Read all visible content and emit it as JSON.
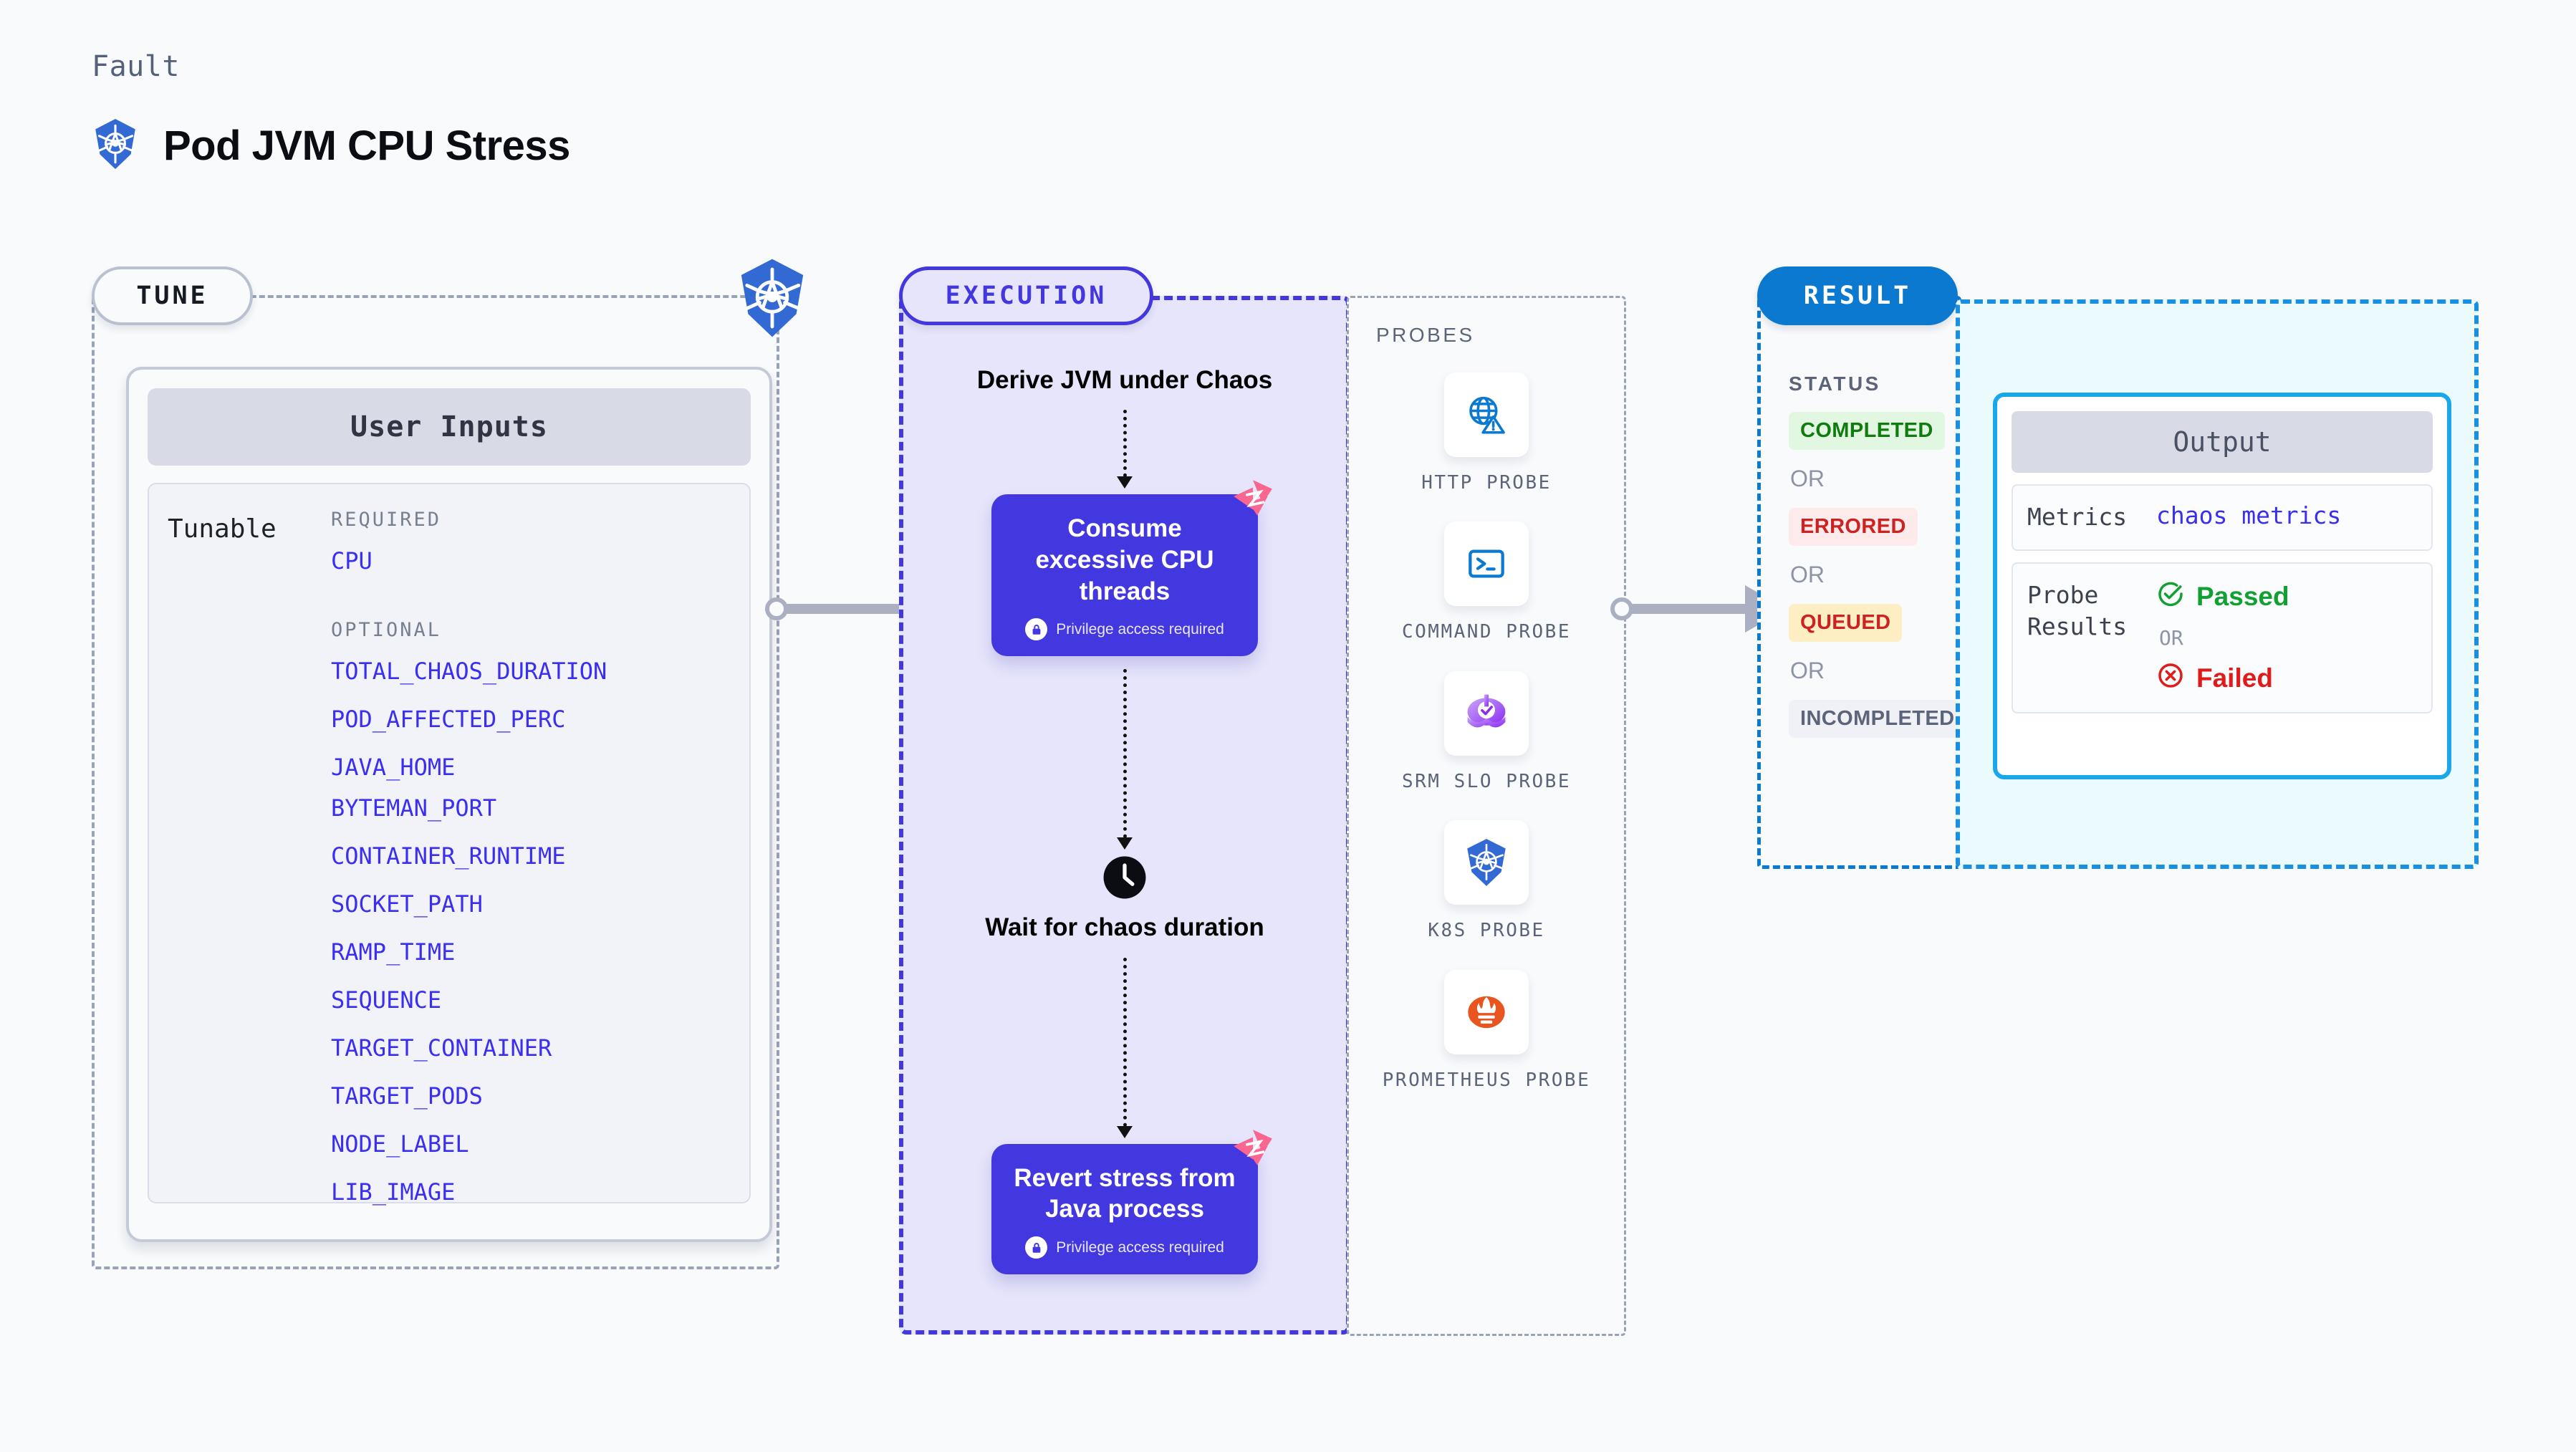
{
  "header": {
    "eyebrow": "Fault",
    "title": "Pod JVM CPU Stress",
    "icon": "kubernetes-icon"
  },
  "tune": {
    "chip_label": "TUNE",
    "k8s_icon": "kubernetes-icon",
    "user_inputs": {
      "card_title": "User Inputs",
      "row_label": "Tunable",
      "groups": [
        {
          "label": "REQUIRED",
          "params": [
            "CPU"
          ]
        },
        {
          "label": "OPTIONAL",
          "params": [
            "TOTAL_CHAOS_DURATION",
            "POD_AFFECTED_PERC",
            "JAVA_HOME",
            "BYTEMAN_PORT",
            "CONTAINER_RUNTIME",
            "SOCKET_PATH",
            "RAMP_TIME",
            "SEQUENCE",
            "TARGET_CONTAINER",
            "TARGET_PODS",
            "NODE_LABEL",
            "LIB_IMAGE"
          ]
        }
      ]
    }
  },
  "execution": {
    "chip_label": "EXECUTION",
    "steps": [
      {
        "kind": "text",
        "label": "Derive JVM under Chaos"
      },
      {
        "kind": "node",
        "label": "Consume excessive CPU threads",
        "badge": "Privilege access required",
        "badge_icon": "lock-icon",
        "corner_icon": "chaos-flag-icon"
      },
      {
        "kind": "wait",
        "label": "Wait for chaos duration",
        "icon": "clock-icon"
      },
      {
        "kind": "node",
        "label": "Revert stress from Java process",
        "badge": "Privilege access required",
        "badge_icon": "lock-icon",
        "corner_icon": "chaos-flag-icon"
      }
    ]
  },
  "probes": {
    "title": "PROBES",
    "items": [
      {
        "name": "HTTP PROBE",
        "icon": "globe-warning-icon"
      },
      {
        "name": "COMMAND PROBE",
        "icon": "terminal-icon"
      },
      {
        "name": "SRM SLO PROBE",
        "icon": "srm-slo-icon"
      },
      {
        "name": "K8S PROBE",
        "icon": "kubernetes-icon"
      },
      {
        "name": "PROMETHEUS PROBE",
        "icon": "prometheus-icon"
      }
    ]
  },
  "result": {
    "chip_label": "RESULT",
    "status_title": "STATUS",
    "or_label": "OR",
    "statuses": [
      {
        "label": "COMPLETED",
        "color": "#107c10",
        "background": "#e2f7e2"
      },
      {
        "label": "ERRORED",
        "color": "#cc2222",
        "background": "#fdeaea"
      },
      {
        "label": "QUEUED",
        "color": "#cc2222",
        "background": "#fdeec4"
      },
      {
        "label": "INCOMPLETED",
        "color": "#5b6478",
        "background": "#f0f1f6"
      }
    ]
  },
  "output": {
    "card_title": "Output",
    "metrics_key": "Metrics",
    "metrics_value": "chaos metrics",
    "probe_results_key": "Probe Results",
    "or_label": "OR",
    "passed_label": "Passed",
    "failed_label": "Failed",
    "passed_icon": "check-circle-icon",
    "failed_icon": "x-circle-icon"
  },
  "connectors": [
    {
      "name": "tune-to-execution"
    },
    {
      "name": "execution-to-result"
    }
  ],
  "colors": {
    "background": "#f8fafc",
    "indigo": "#4338e0",
    "param_blue": "#3a2ef0",
    "k8s_blue": "#3269d3",
    "result_blue": "#0b79d0",
    "cyan": "#1aa7e8",
    "pink": "#f9668f",
    "grey_dash": "#9aa3b5"
  }
}
